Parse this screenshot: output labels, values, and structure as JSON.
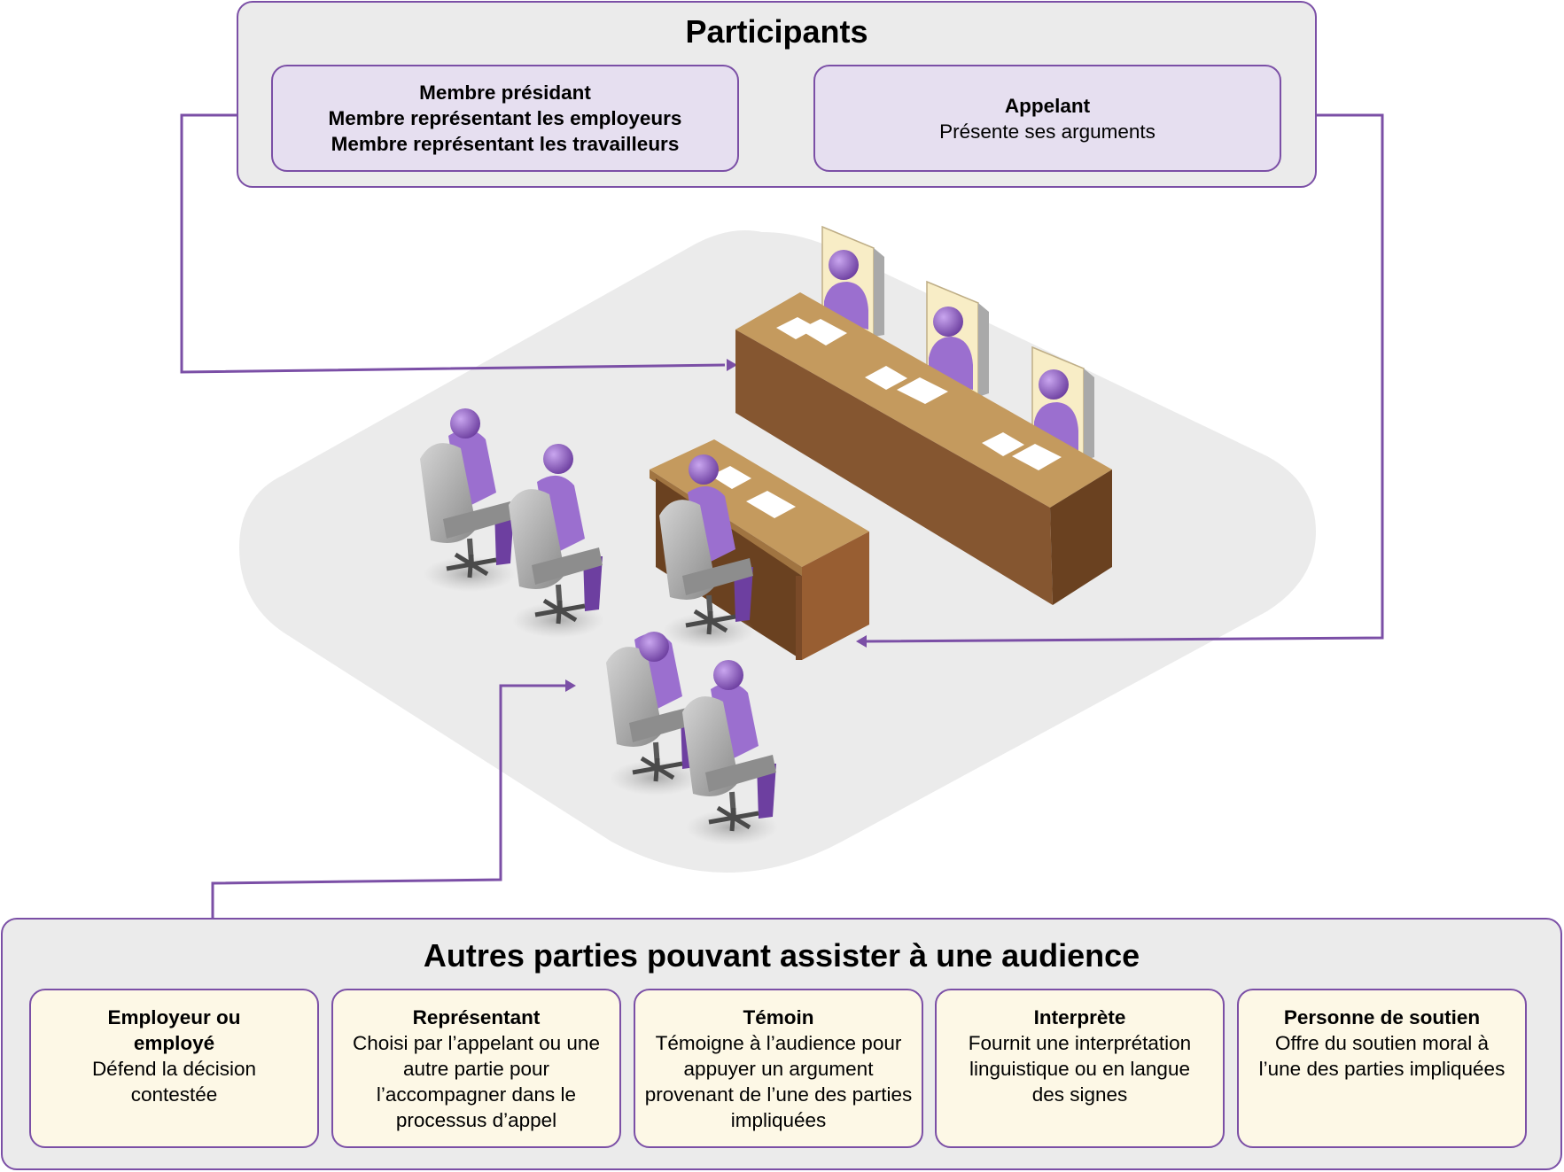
{
  "colors": {
    "border": "#7b4fa6",
    "panel_bg": "#ebebeb",
    "participant_box_bg": "#e6dff0",
    "other_box_bg": "#fdf8e6",
    "person_purple": "#9b6fcf",
    "desk_top": "#c49a5e",
    "desk_front": "#855630",
    "desk_side": "#6a4120"
  },
  "participants": {
    "title": "Participants",
    "tribunal": {
      "lines": [
        "Membre présidant",
        "Membre représentant les employeurs",
        "Membre représentant les travailleurs"
      ]
    },
    "appellant": {
      "name": "Appelant",
      "description": "Présente ses arguments"
    }
  },
  "others": {
    "title": "Autres parties pouvant assister à une audience",
    "items": [
      {
        "name": "Employeur ou employé",
        "description": "Défend la décision contestée"
      },
      {
        "name": "Représentant",
        "description": "Choisi par l’appelant ou une autre partie pour l’accompagner dans le processus d’appel"
      },
      {
        "name": "Témoin",
        "description": "Témoigne à l’audience pour appuyer un argument provenant de l’une des parties impliquées"
      },
      {
        "name": "Interprète",
        "description": "Fournit une interprétation linguistique ou en langue des signes"
      },
      {
        "name": "Personne de soutien",
        "description": "Offre du soutien moral à l’une des parties impliquées"
      }
    ]
  }
}
